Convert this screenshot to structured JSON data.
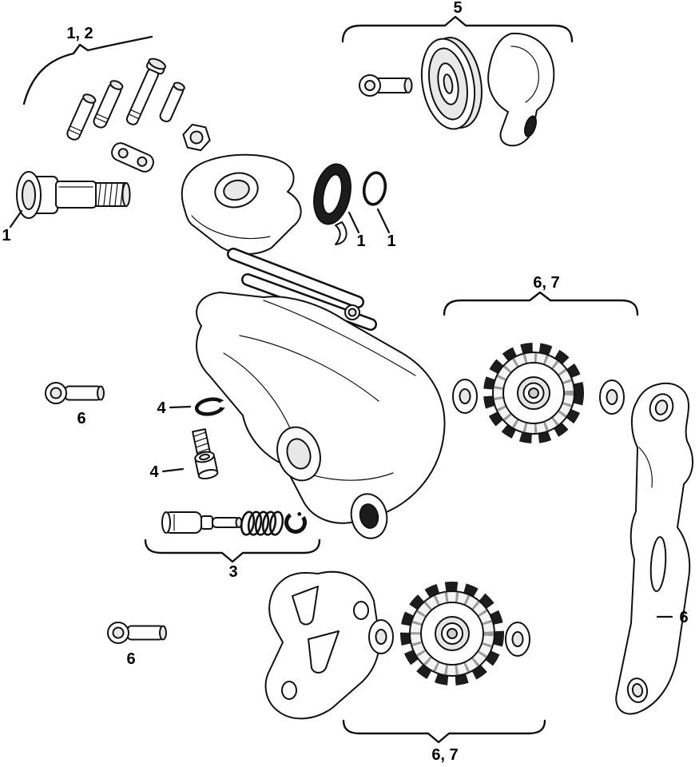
{
  "figure": {
    "colors": {
      "line": "#111111",
      "shade": "#e8e8e8",
      "dark": "#1c1c1c",
      "background": "#ffffff"
    }
  },
  "callouts": {
    "bolt_kit": "1, 2",
    "upper_cage_kit": "5",
    "b_bolt": "1",
    "hanger": "1",
    "oring": "1",
    "pulley_kit_upper": "6, 7",
    "screw_upper_left": "6",
    "washer_clip": "4",
    "limit_screw": "4",
    "spring_kit": "3",
    "screw_lower_left": "6",
    "inner_cage": "6",
    "pulley_kit_lower": "6, 7"
  }
}
